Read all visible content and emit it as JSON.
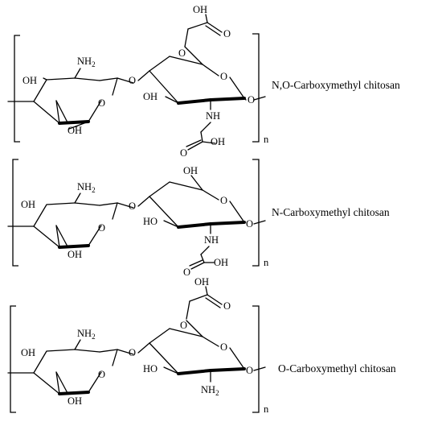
{
  "molecules": [
    {
      "name": "N,O-Carboxymethyl chitosan",
      "ring1": {
        "a1": "OH",
        "a2": "NH",
        "a2_sub": "2",
        "a3": "OH",
        "ringO": "O"
      },
      "link_o": "O",
      "ring2": {
        "a1": "OH",
        "a2": "OH",
        "a3": "NH",
        "a3_sub": "",
        "a4": "OH",
        "ringO": "O",
        "o6": "O",
        "o1": "O",
        "o_tail": "O"
      },
      "repeat": "n"
    },
    {
      "name": "N-Carboxymethyl chitosan",
      "ring1": {
        "a1": "OH",
        "a2": "NH",
        "a2_sub": "2",
        "a3": "OH",
        "ringO": "O"
      },
      "link_o": "O",
      "ring2": {
        "o6h": "OH",
        "a2": "HO",
        "a3": "NH",
        "a4": "OH",
        "ringO": "O",
        "o1": "O",
        "o_tail": "O"
      },
      "repeat": "n"
    },
    {
      "name": "O-Carboxymethyl chitosan",
      "ring1": {
        "a1": "OH",
        "a2": "NH",
        "a2_sub": "2",
        "a3": "OH",
        "ringO": "O"
      },
      "link_o": "O",
      "ring2": {
        "a1": "OH",
        "a2": "HO",
        "a3": "NH",
        "a3_sub": "2",
        "ringO": "O",
        "o6": "O",
        "o1": "O",
        "o_tail": "O"
      },
      "repeat": "n"
    }
  ]
}
